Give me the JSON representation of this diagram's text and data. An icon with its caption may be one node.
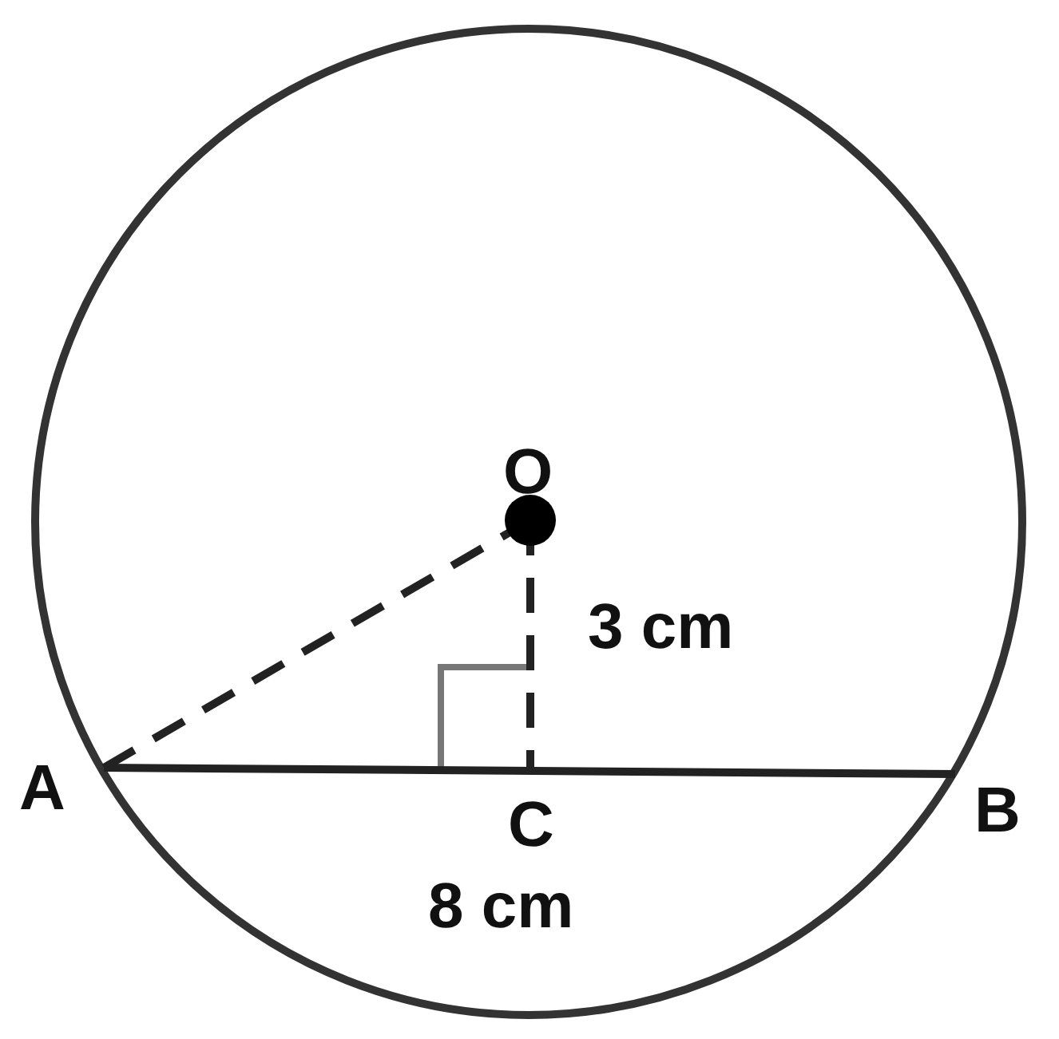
{
  "diagram": {
    "nodes": [
      {
        "text": [
          "O"
        ]
      },
      {
        "text": [
          "A"
        ]
      },
      {
        "text": [
          "B"
        ]
      },
      {
        "text": [
          "C"
        ]
      }
    ],
    "edges": [
      {
        "from": 1,
        "to": 0,
        "arrow": "none",
        "style": "dashed"
      },
      {
        "from": 0,
        "to": 3,
        "arrow": "none",
        "style": "dashed",
        "label": "3 cm"
      },
      {
        "from": 1,
        "to": 2,
        "arrow": "none",
        "label": "8 cm"
      }
    ]
  }
}
